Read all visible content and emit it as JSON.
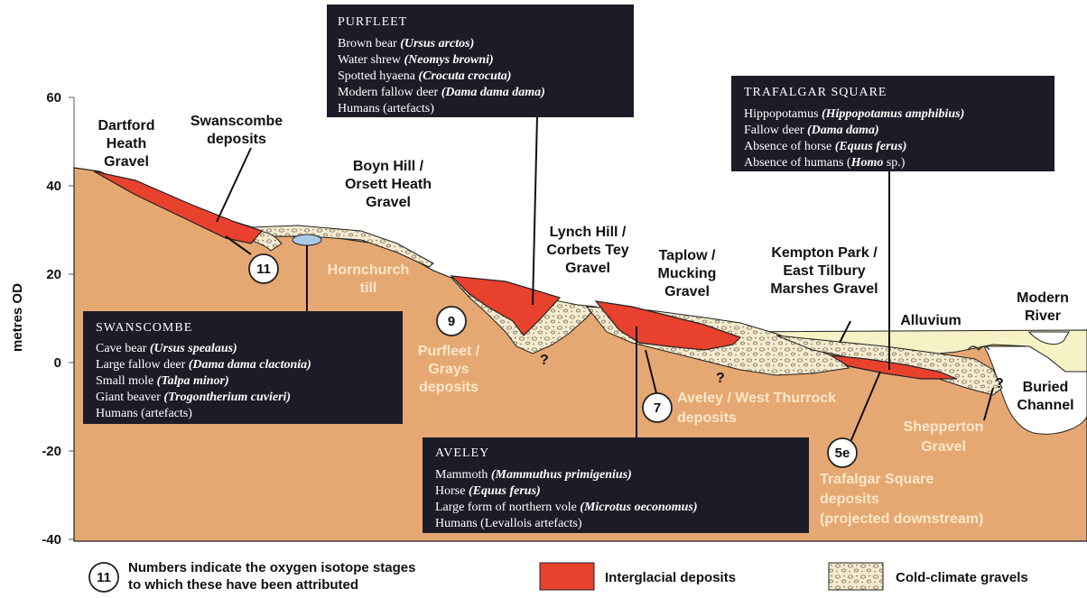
{
  "axis": {
    "label": "metres OD",
    "ticks": [
      "60",
      "40",
      "20",
      "0",
      "-20",
      "-40"
    ]
  },
  "deposit_labels": [
    {
      "key": "dartford",
      "lines": [
        "Dartford",
        "Heath",
        "Gravel"
      ]
    },
    {
      "key": "swanscombe_dep",
      "lines": [
        "Swanscombe",
        "deposits"
      ]
    },
    {
      "key": "boyn_hill",
      "lines": [
        "Boyn Hill /",
        "Orsett Heath",
        "Gravel"
      ]
    },
    {
      "key": "hornchurch",
      "lines": [
        "Hornchurch",
        "till"
      ]
    },
    {
      "key": "lynch_hill",
      "lines": [
        "Lynch Hill /",
        "Corbets Tey",
        "Gravel"
      ]
    },
    {
      "key": "taplow",
      "lines": [
        "Taplow /",
        "Mucking",
        "Gravel"
      ]
    },
    {
      "key": "kempton",
      "lines": [
        "Kempton Park /",
        "East Tilbury",
        "Marshes Gravel"
      ]
    },
    {
      "key": "alluvium",
      "lines": [
        "Alluvium"
      ]
    },
    {
      "key": "modern_river",
      "lines": [
        "Modern",
        "River"
      ]
    },
    {
      "key": "purfleet_dep",
      "lines": [
        "Purfleet /",
        "Grays",
        "deposits"
      ]
    },
    {
      "key": "aveley_dep",
      "lines": [
        "Aveley / West Thurrock",
        "deposits"
      ]
    },
    {
      "key": "buried",
      "lines": [
        "Buried",
        "Channel"
      ]
    },
    {
      "key": "shepperton",
      "lines": [
        "Shepperton",
        "Gravel"
      ]
    },
    {
      "key": "trafalgar_dep",
      "lines": [
        "Trafalgar Square",
        "deposits",
        "(projected downstream)"
      ]
    }
  ],
  "stages": [
    "11",
    "9",
    "7",
    "5e"
  ],
  "unknown_marks": [
    "?",
    "?",
    "?"
  ],
  "boxes": {
    "purfleet": {
      "title": "PURFLEET",
      "lines": [
        {
          "text": "Brown bear ",
          "italic": "(Ursus arctos)"
        },
        {
          "text": "Water shrew ",
          "italic": "(Neomys browni)"
        },
        {
          "text": "Spotted hyaena ",
          "italic": "(Crocuta crocuta)"
        },
        {
          "text": "Modern fallow deer ",
          "italic": "(Dama dama dama)"
        },
        {
          "text": "Humans (artefacts)",
          "italic": ""
        }
      ]
    },
    "trafalgar": {
      "title": "TRAFALGAR SQUARE",
      "lines": [
        {
          "text": "Hippopotamus ",
          "italic": "(Hippopotamus amphibius)"
        },
        {
          "text": "Fallow deer ",
          "italic": "(Dama dama)"
        },
        {
          "text": "Absence of horse ",
          "italic": "(Equus ferus)"
        },
        {
          "text": "Absence of humans (",
          "italic": "Homo",
          "after": " sp.)"
        }
      ]
    },
    "swanscombe": {
      "title": "SWANSCOMBE",
      "lines": [
        {
          "text": "Cave bear ",
          "italic": "(Ursus spealaus)"
        },
        {
          "text": "Large fallow deer ",
          "italic": "(Dama dama clactonia)"
        },
        {
          "text": "Small mole ",
          "italic": "(Talpa minor)"
        },
        {
          "text": "Giant beaver ",
          "italic": "(Trogontherium cuvieri)"
        },
        {
          "text": "Humans (artefacts)",
          "italic": ""
        }
      ]
    },
    "aveley": {
      "title": "AVELEY",
      "lines": [
        {
          "text": "Mammoth ",
          "italic": "(Mammuthus primigenius)"
        },
        {
          "text": "Horse ",
          "italic": "(Equus ferus)"
        },
        {
          "text": "Large form of northern vole ",
          "italic": "(Microtus oeconomus)"
        },
        {
          "text": "Humans (Levallois artefacts)",
          "italic": ""
        }
      ]
    }
  },
  "legend": {
    "stage_example": "11",
    "stage_text": [
      "Numbers indicate the oxygen isotope stages",
      "to which these have been attributed"
    ],
    "interglacial": "Interglacial deposits",
    "cold": "Cold-climate gravels"
  },
  "colors": {
    "ground": "#e6a873",
    "interglacial": "#e8412e",
    "gravel": "#f3ead0",
    "alluvium": "#f7f1c6",
    "box": "#1b1c27",
    "outline": "#222222"
  }
}
